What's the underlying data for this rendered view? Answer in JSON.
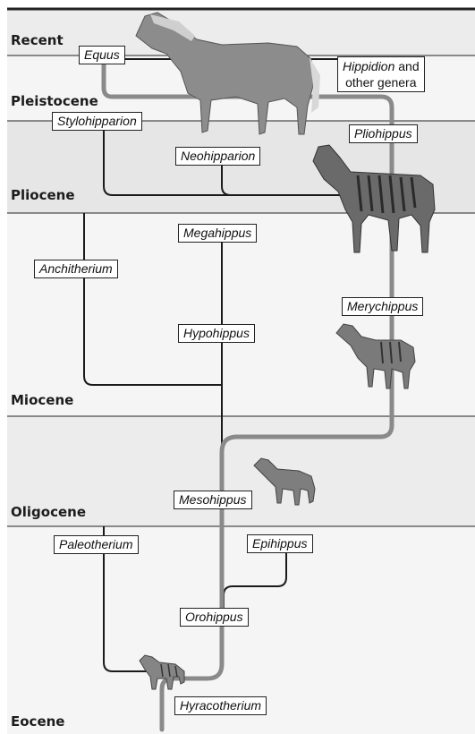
{
  "periods": {
    "recent": "Recent",
    "pleistocene": "Pleistocene",
    "pliocene": "Pliocene",
    "miocene": "Miocene",
    "oligocene": "Oligocene",
    "eocene": "Eocene"
  },
  "genera": {
    "equus": "Equus",
    "hippidion": "Hippidion",
    "hippidion_suffix": " and",
    "hippidion_line2": "other genera",
    "stylohipparion": "Stylohipparion",
    "pliohippus": "Pliohippus",
    "neohipparion": "Neohipparion",
    "megahippus": "Megahippus",
    "anchitherium": "Anchitherium",
    "merychippus": "Merychippus",
    "hypohippus": "Hypohippus",
    "mesohippus": "Mesohippus",
    "paleotherium": "Paleotherium",
    "epihippus": "Epihippus",
    "orohippus": "Orohippus",
    "hyracotherium": "Hyracotherium"
  },
  "colors": {
    "band_light": "#f4f5f4",
    "band_mid": "#ececec",
    "band_dark": "#e4e4e4",
    "main_lineage": "#8a8a8a",
    "side_branch": "#1a1a1a"
  }
}
